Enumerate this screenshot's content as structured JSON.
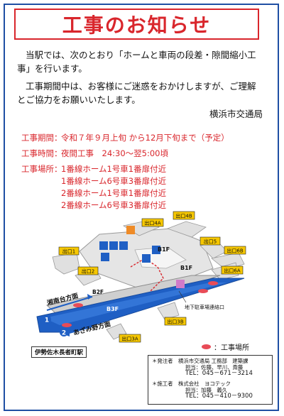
{
  "title": "工事のお知らせ",
  "intro": {
    "p1": "当駅では、次のとおり「ホームと車両の段差・隙間縮小工事」を行います。",
    "p2": "工事期間中は、お客様にご迷惑をおかけしますが、ご理解とご協力をお願いいたします。",
    "signature": "横浜市交通局"
  },
  "schedule": {
    "period_label": "工事期間：",
    "period_value": "令和７年９月上旬 から12月下旬まで（予定）",
    "time_label": "工事時間：",
    "time_value": "夜間工事　24:30～翌5:00頃",
    "place_label": "工事場所：",
    "places": [
      "1番線ホーム1号車1番扉付近",
      "1番線ホーム6号車3番扉付近",
      "2番線ホーム1号車1番扉付近",
      "2番線ホーム6号車3番扉付近"
    ]
  },
  "map": {
    "exits": {
      "e1": "出口1",
      "e2": "出口2",
      "e3a": "出口3A",
      "e3b": "出口3B",
      "e4a": "出口4A",
      "e4b": "出口4B",
      "e5": "出口5",
      "e6a": "出口6A",
      "e6b": "出口6B"
    },
    "floor_b1f_a": "B1F",
    "floor_b1f_b": "B1F",
    "floor_b2f": "B2F",
    "floor_b3f": "B3F",
    "track1_num": "1",
    "track2_num": "2",
    "direction_1": "湘南台方面",
    "direction_2": "あざみ野方面",
    "parking": "地下駐車場連絡口",
    "legend": "：工事場所",
    "station_name": "伊勢佐木長者町駅",
    "colors": {
      "track": "#1f5fc4",
      "accent": "#d9262c",
      "work_mark": "#e84b57",
      "exit_tag": "#f6c700"
    }
  },
  "contact": {
    "orderer_label": "＊発注者",
    "orderer_org": "横浜市交通局 工務部　建築課",
    "orderer_staff": "担当：佐藤、早川、斎藤",
    "orderer_tel": "TEL：045－671－3214",
    "contractor_label": "＊施工者",
    "contractor_org": "株式会社　ヨコテック",
    "contractor_staff": "担当：加藤　義久",
    "contractor_tel": "TEL：045－410－9300"
  }
}
